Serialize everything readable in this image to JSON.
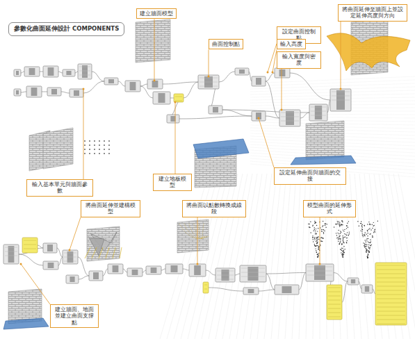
{
  "diagram": {
    "title": "參數化曲面延伸設計 COMPONENTS",
    "nodes": [
      {
        "text": [
          "建立牆面模型"
        ]
      },
      {
        "text": [
          "曲面控制點"
        ]
      },
      {
        "text": [
          "設定曲面控制點"
        ]
      },
      {
        "text": [
          "輸入高度"
        ]
      },
      {
        "text": [
          "輸入寬度與密度"
        ]
      },
      {
        "text": [
          "將曲面延伸至牆面上並設定延伸高度與方向"
        ]
      },
      {
        "text": [
          "輸入基本單元與牆面參數"
        ]
      },
      {
        "text": [
          "建立地板模型"
        ]
      },
      {
        "text": [
          "設定延伸曲面與牆面的交接"
        ]
      },
      {
        "text": [
          "將曲面延伸並建構模型"
        ]
      },
      {
        "text": [
          "將曲面以點數轉換成線段"
        ]
      },
      {
        "text": [
          "模型曲面的延伸形式"
        ]
      },
      {
        "text": [
          "建立牆面、地面並建立曲面支撐點"
        ]
      }
    ]
  }
}
